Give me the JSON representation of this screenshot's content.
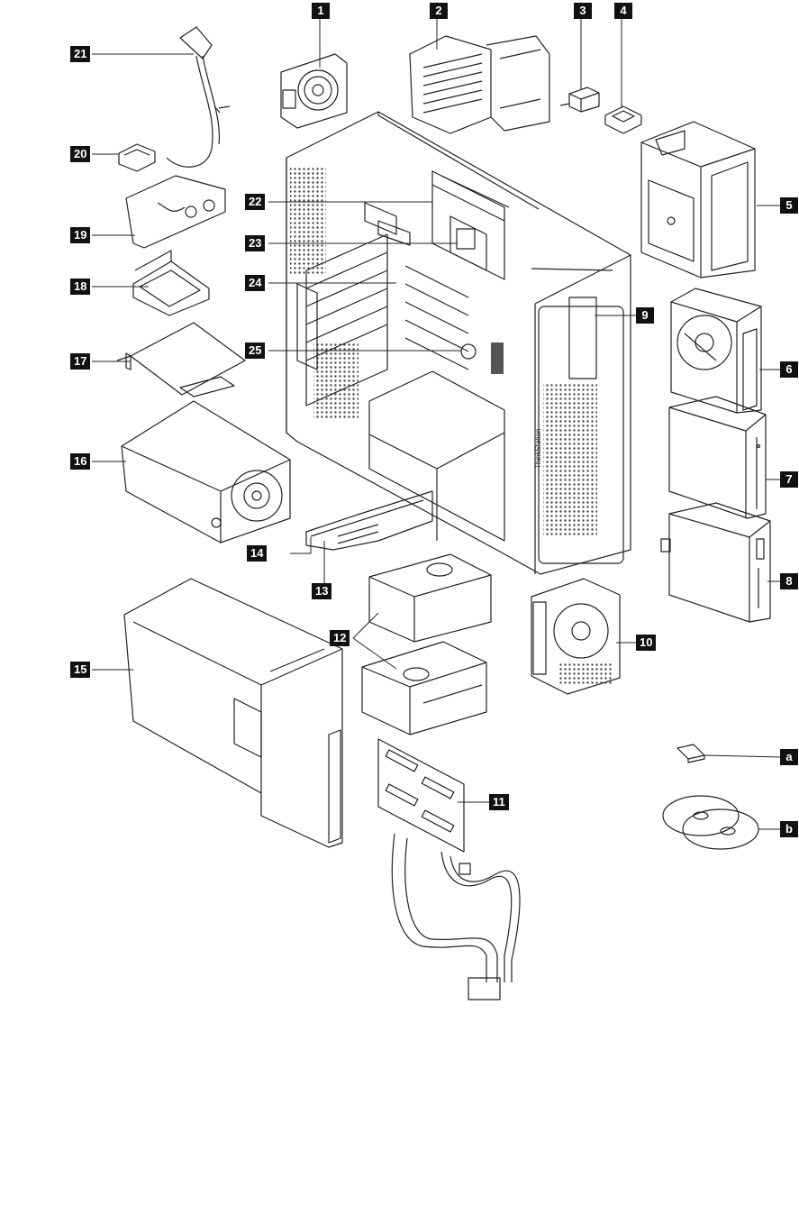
{
  "callouts": {
    "c1": "1",
    "c2": "2",
    "c3": "3",
    "c4": "4",
    "c5": "5",
    "c6": "6",
    "c7": "7",
    "c8": "8",
    "c9": "9",
    "c10": "10",
    "c11": "11",
    "c12": "12",
    "c13": "13",
    "c14": "14",
    "c15": "15",
    "c16": "16",
    "c17": "17",
    "c18": "18",
    "c19": "19",
    "c20": "20",
    "c21": "21",
    "c22": "22",
    "c23": "23",
    "c24": "24",
    "c25": "25",
    "ca": "a",
    "cb": "b"
  },
  "colors": {
    "line": "#222222",
    "callout_bg": "#111111",
    "callout_text": "#ffffff",
    "mesh": "#555555"
  },
  "emblem_text": "ThinkStation"
}
